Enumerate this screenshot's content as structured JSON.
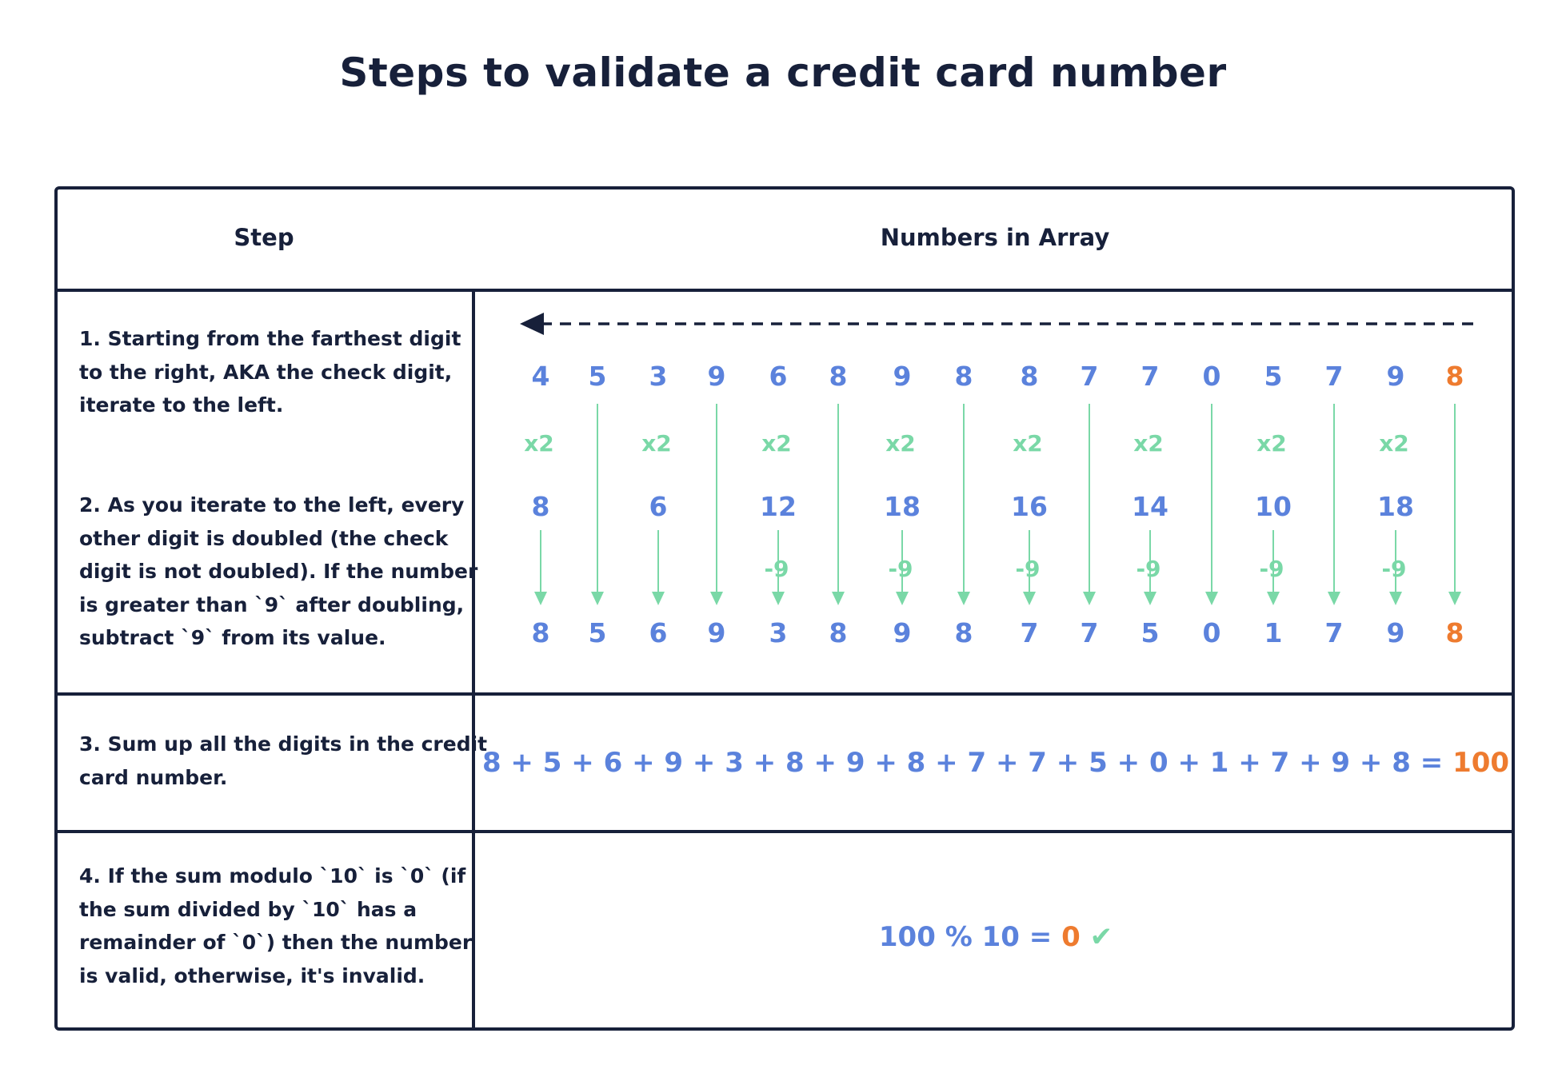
{
  "title": "Steps to validate a credit card number",
  "colors": {
    "dark": "#17203a",
    "blue": "#5b82dc",
    "orange": "#ee7b2f",
    "green": "#7ad8a7"
  },
  "table": {
    "headers": {
      "step": "Step",
      "numbers": "Numbers in Array"
    },
    "steps": [
      [
        "1. Starting from the farthest digit",
        "to the right, AKA the check digit,",
        "iterate to the left."
      ],
      [
        "2. As you iterate to the left, every",
        "other digit is doubled (the check",
        "digit is not doubled). If the number",
        "is greater than `9` after doubling,",
        "subtract `9` from its value."
      ],
      [
        "3. Sum up all the digits in the credit",
        "card number."
      ],
      [
        "4. If the sum modulo `10` is `0` (if",
        "the sum divided by `10` has a",
        "remainder of `0`) then the number",
        "is valid, otherwise, it's invalid."
      ]
    ]
  },
  "diagram": {
    "direction_icon": "left-arrow-icon",
    "digits": [
      "4",
      "5",
      "3",
      "9",
      "6",
      "8",
      "9",
      "8",
      "8",
      "7",
      "7",
      "0",
      "5",
      "7",
      "9",
      "8"
    ],
    "multiplier_label": "x2",
    "doubled": [
      "8",
      "",
      "6",
      "",
      "12",
      "",
      "18",
      "",
      "16",
      "",
      "14",
      "",
      "10",
      "",
      "18",
      ""
    ],
    "subtract_label": "-9",
    "subtracted": [
      false,
      false,
      false,
      false,
      true,
      false,
      true,
      false,
      true,
      false,
      true,
      false,
      true,
      false,
      true,
      false
    ],
    "results": [
      "8",
      "5",
      "6",
      "9",
      "3",
      "8",
      "9",
      "8",
      "7",
      "7",
      "5",
      "0",
      "1",
      "7",
      "9",
      "8"
    ],
    "check_digit_index": 15
  },
  "sum": {
    "expression": "8 + 5 + 6 + 9 + 3 + 8 + 9 + 8 + 7 + 7 + 5 + 0 + 1 + 7 + 9 + 8 =",
    "result": "100"
  },
  "modulo": {
    "expression": "100 % 10 =",
    "result": "0",
    "check_icon": "checkmark-icon",
    "check_glyph": "✔"
  }
}
